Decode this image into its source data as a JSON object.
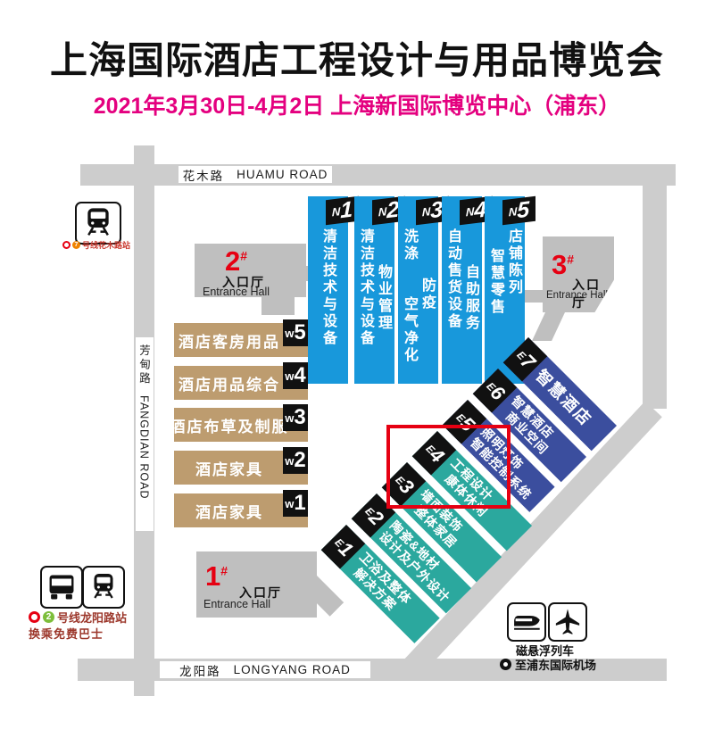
{
  "header": {
    "title": "上海国际酒店工程设计与用品博览会",
    "subtitle": "2021年3月30日-4月2日 上海新国际博览中心（浦东）"
  },
  "roads": {
    "huamu": {
      "cn": "花木路",
      "en": "HUAMU ROAD"
    },
    "fangdian": {
      "cn": "芳甸路",
      "en": "FANGDIAN ROAD"
    },
    "longyang": {
      "cn": "龙阳路",
      "en": "LONGYANG ROAD"
    }
  },
  "entrance_halls": {
    "hall1": {
      "number": "1",
      "hash": "#",
      "cn": "入口厅",
      "en": "Entrance Hall"
    },
    "hall2": {
      "number": "2",
      "hash": "#",
      "cn": "入口厅",
      "en": "Entrance Hall"
    },
    "hall3": {
      "number": "3",
      "hash": "#",
      "cn": "入口厅",
      "en": "Entrance Hall"
    }
  },
  "n_halls": [
    {
      "id": "N1",
      "letter": "N",
      "digit": "1",
      "cols": [
        "清洁技术与设备"
      ]
    },
    {
      "id": "N2",
      "letter": "N",
      "digit": "2",
      "cols": [
        "清洁技术与设备",
        "物业管理"
      ]
    },
    {
      "id": "N3",
      "letter": "N",
      "digit": "3",
      "cols": [
        "洗涤　　空气净化",
        "防疫"
      ]
    },
    {
      "id": "N4",
      "letter": "N",
      "digit": "4",
      "cols": [
        "自动售货设备",
        "自助服务"
      ]
    },
    {
      "id": "N5",
      "letter": "N",
      "digit": "5",
      "cols": [
        "智慧零售",
        "店铺陈列"
      ]
    }
  ],
  "w_halls": [
    {
      "id": "W5",
      "letter": "w",
      "digit": "5",
      "label": "酒店客房用品"
    },
    {
      "id": "W4",
      "letter": "w",
      "digit": "4",
      "label": "酒店用品综合"
    },
    {
      "id": "W3",
      "letter": "w",
      "digit": "3",
      "label": "酒店布草及制服"
    },
    {
      "id": "W2",
      "letter": "w",
      "digit": "2",
      "label": "酒店家具"
    },
    {
      "id": "W1",
      "letter": "w",
      "digit": "1",
      "label": "酒店家具"
    }
  ],
  "e_halls": [
    {
      "id": "E7",
      "letter": "E",
      "digit": "7",
      "rows": [
        "智慧酒店"
      ],
      "color": "#3B4E9E"
    },
    {
      "id": "E6",
      "letter": "E",
      "digit": "6",
      "rows": [
        "智慧酒店",
        "商业空间"
      ],
      "color": "#3B4E9E"
    },
    {
      "id": "E5",
      "letter": "E",
      "digit": "5",
      "rows": [
        "照明灯饰",
        "智能控制系统"
      ],
      "color": "#3B4E9E"
    },
    {
      "id": "E4",
      "letter": "E",
      "digit": "4",
      "rows": [
        "工程设计",
        "康体休闲"
      ],
      "color": "#2BA89E"
    },
    {
      "id": "E3",
      "letter": "E",
      "digit": "3",
      "rows": [
        "墙面装饰",
        "整体家居"
      ],
      "color": "#2BA89E"
    },
    {
      "id": "E2",
      "letter": "E",
      "digit": "2",
      "rows": [
        "陶瓷&地材",
        "设计及户外设计"
      ],
      "color": "#2BA89E"
    },
    {
      "id": "E1",
      "letter": "E",
      "digit": "1",
      "rows": [
        "卫浴及整体",
        "解决方案"
      ],
      "color": "#2BA89E"
    }
  ],
  "transit": {
    "huamu_station": {
      "line": "7",
      "label": "号线花木路站"
    },
    "longyang_station": {
      "line": "2",
      "line1": "号线龙阳路站",
      "line2": "换乘免费巴士"
    },
    "maglev": {
      "line1": "磁悬浮列车",
      "line2": "至浦东国际机场"
    }
  },
  "colors": {
    "accent_magenta": "#E4007F",
    "highlight_red": "#E60012",
    "n_hall_blue": "#1898DB",
    "w_hall_tan": "#BD9C6F",
    "e_hall_teal": "#2BA89E",
    "e_hall_indigo": "#3B4E9E",
    "road_gray": "#CDCDCD",
    "hall_gray": "#BFBFBF"
  }
}
